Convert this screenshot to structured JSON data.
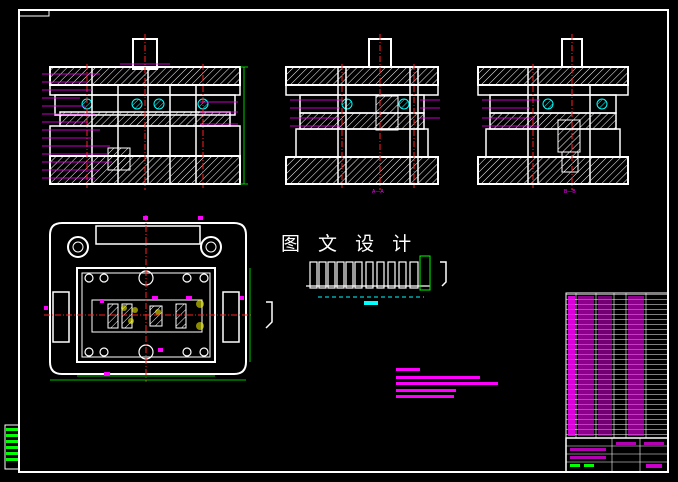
{
  "drawing": {
    "watermark_text": "图 文 设 计",
    "section_label_a": "A—A",
    "section_label_b": "B—B",
    "colors": {
      "background": "#000000",
      "frame": "#ffffff",
      "magenta": "#ff00ff",
      "green": "#00ff00",
      "cyan": "#00ffff",
      "red": "#ff2020",
      "blue": "#3399ff",
      "yellow": "#ffff00"
    }
  }
}
